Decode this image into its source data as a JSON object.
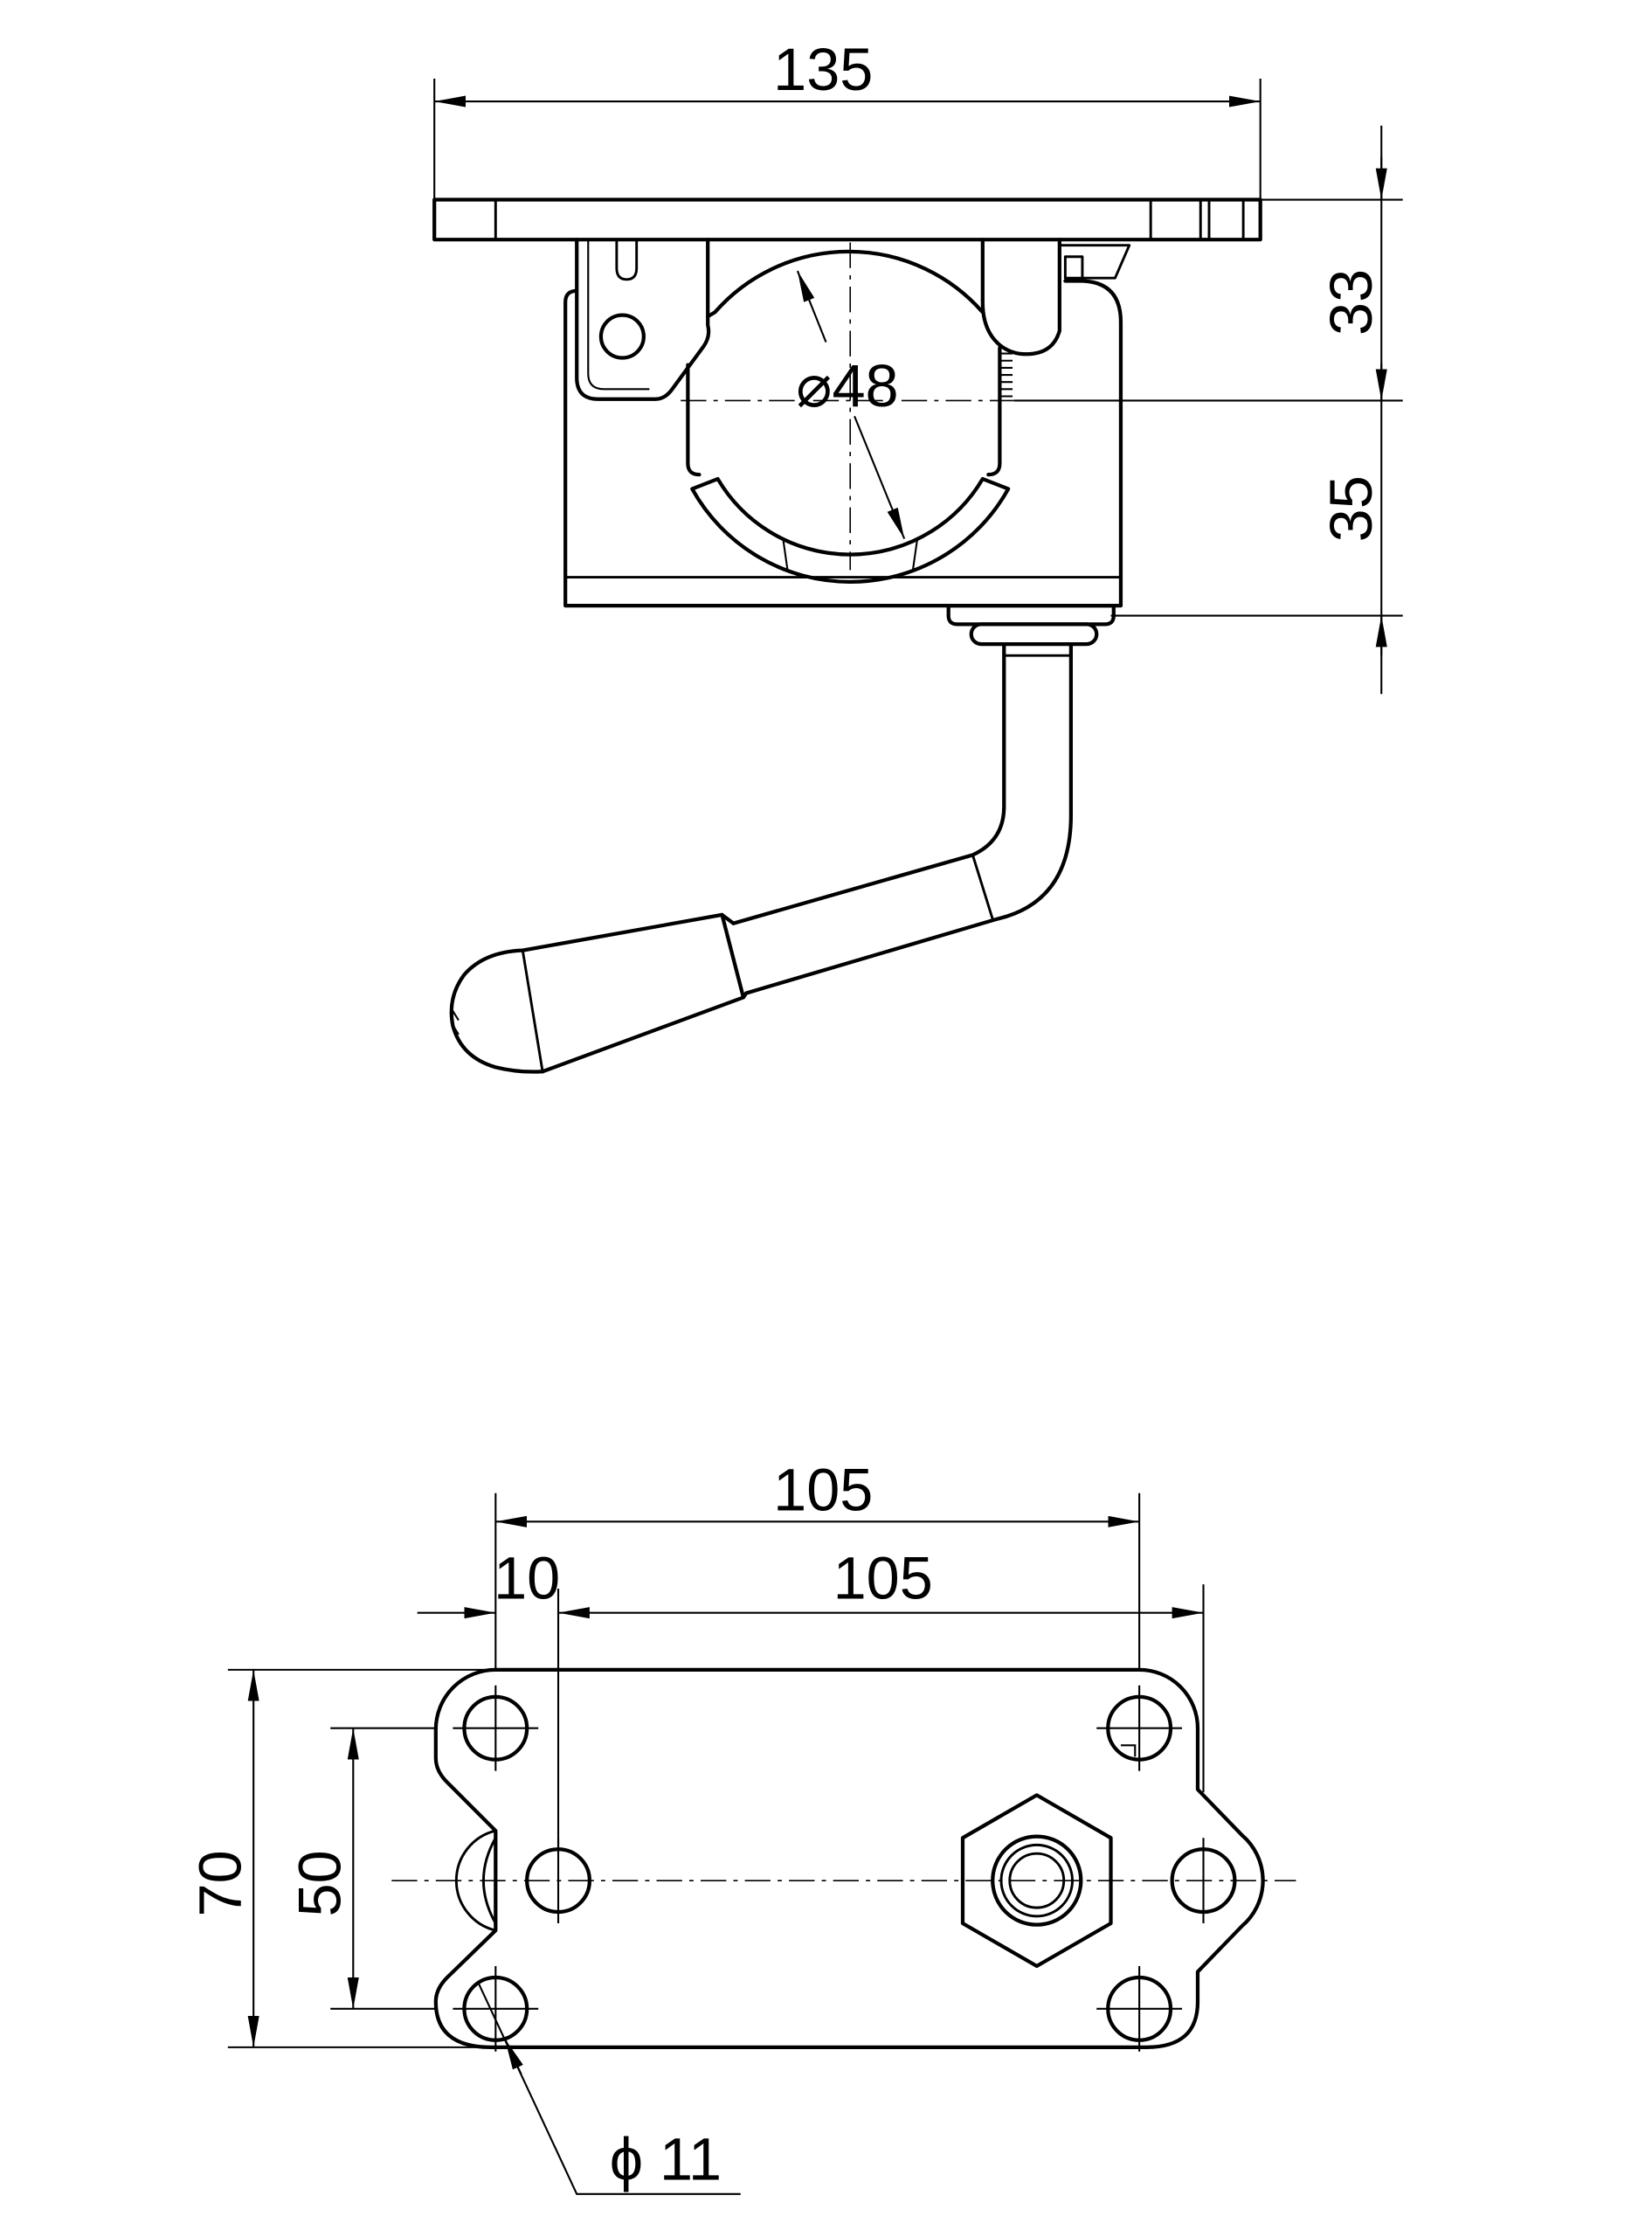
{
  "side_view": {
    "width": "135",
    "upper_height": "33",
    "lower_height": "35",
    "bore": "⌀48"
  },
  "plan_view": {
    "overall": "105",
    "offset": "10",
    "hole_span": "105",
    "height": "70",
    "hole_pitch": "50",
    "hole_size": "ϕ 11"
  }
}
